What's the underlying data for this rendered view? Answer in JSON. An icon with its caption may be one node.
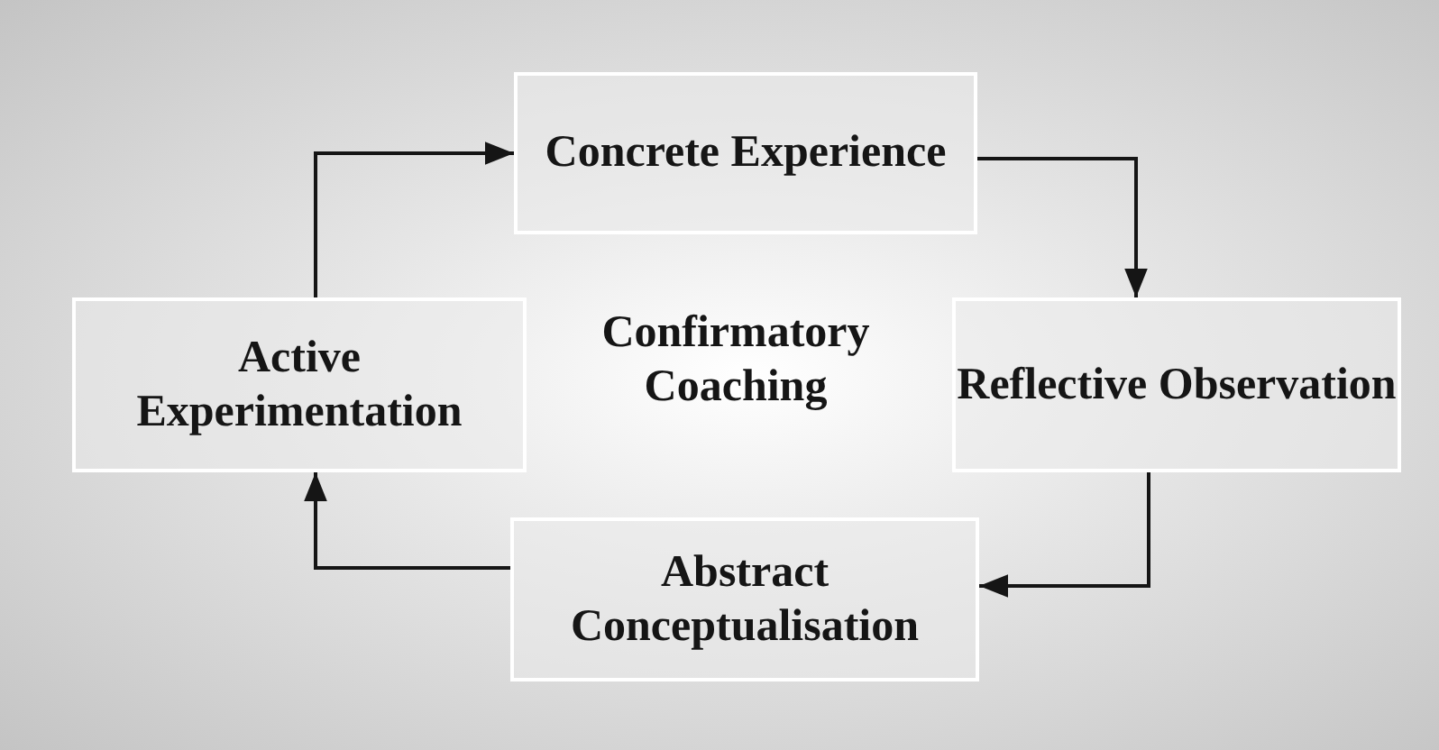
{
  "diagram": {
    "nodes": [
      {
        "text": [
          "Concrete Experience"
        ]
      },
      {
        "text": [
          "Reflective Observation"
        ]
      },
      {
        "text": [
          "Abstract Conceptualisation"
        ]
      },
      {
        "text": [
          "Active Experimentation"
        ]
      }
    ],
    "edges": [
      {
        "from": 3,
        "to": 0,
        "arrow": "to"
      },
      {
        "from": 0,
        "to": 1,
        "arrow": "to"
      },
      {
        "from": 1,
        "to": 2,
        "arrow": "to"
      },
      {
        "from": 2,
        "to": 3,
        "arrow": "to"
      }
    ],
    "labels": [
      "Confirmatory Coaching"
    ]
  }
}
